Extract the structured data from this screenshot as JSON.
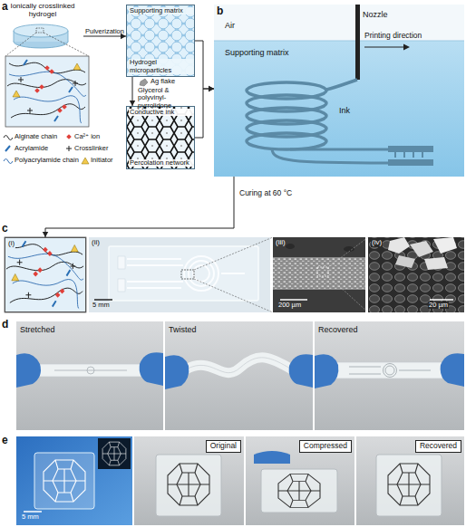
{
  "diagram": {
    "nodes": [
      {
        "text": [
          "Ionically crosslinked hydrogel"
        ]
      },
      {
        "text": [
          "Supporting matrix",
          "Hydrogel microparticles"
        ]
      },
      {
        "text": [
          "Conductive ink",
          "Percolation network"
        ]
      },
      {
        "text": [
          "Air",
          "Nozzle",
          "Printing direction",
          "Supporting matrix",
          "Ink"
        ]
      },
      {
        "text": [
          "(i)"
        ]
      },
      {
        "text": [
          "Original"
        ]
      },
      {
        "text": [
          "Compressed"
        ]
      },
      {
        "text": [
          "Recovered"
        ]
      }
    ],
    "edges": [
      {
        "from": 0,
        "to": 1,
        "arrow": "to",
        "label": "Pulverization"
      },
      {
        "from": 1,
        "to": 2,
        "arrow": "to"
      },
      {
        "from": 1,
        "to": 3,
        "arrow": "to"
      },
      {
        "from": 2,
        "to": 3,
        "arrow": "to"
      },
      {
        "from": 3,
        "to": 4,
        "arrow": "to",
        "label": "Curing at 60 °C"
      }
    ],
    "labels": [
      "a",
      "Ag flake",
      "Glycerol & polyvinyl-pyrrolidone",
      "b",
      "c",
      "(ii)",
      "5 mm",
      "(iii)",
      "200 µm",
      "(iv)",
      "20 µm",
      "d",
      "Stretched",
      "Twisted",
      "Recovered",
      "e",
      "5 mm"
    ],
    "legend": [
      {
        "text": "Alginate chain"
      },
      {
        "text": "Ca²⁺ ion"
      },
      {
        "text": "Acrylamide"
      },
      {
        "text": "Crosslinker"
      },
      {
        "text": "Polyacrylamide chain"
      },
      {
        "text": "Initiator"
      }
    ]
  }
}
